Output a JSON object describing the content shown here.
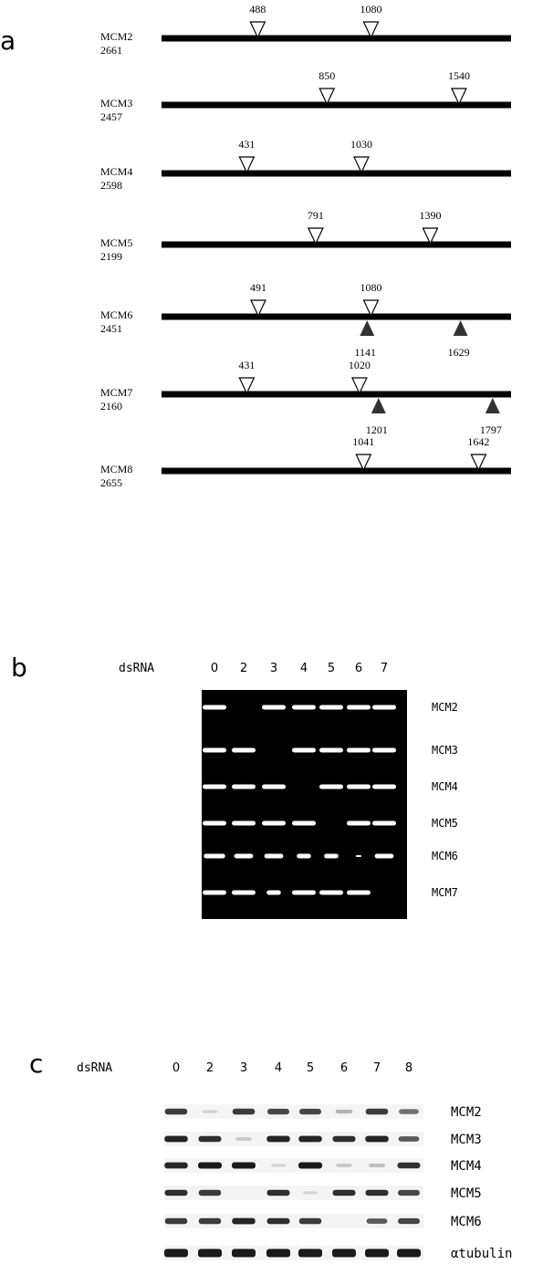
{
  "panel_a": {
    "label": "a",
    "max_length": 2661,
    "genes": [
      {
        "name": "MCM2",
        "length": "2661",
        "open_sites": [
          {
            "pos": 488,
            "label": "488"
          },
          {
            "pos": 1080,
            "label": "1080"
          }
        ],
        "filled_sites": []
      },
      {
        "name": "MCM3",
        "length": "2457",
        "open_sites": [
          {
            "pos": 850,
            "label": "850"
          },
          {
            "pos": 1540,
            "label": "1540"
          }
        ],
        "filled_sites": []
      },
      {
        "name": "MCM4",
        "length": "2598",
        "open_sites": [
          {
            "pos": 431,
            "label": "431"
          },
          {
            "pos": 1030,
            "label": "1030"
          }
        ],
        "filled_sites": []
      },
      {
        "name": "MCM5",
        "length": "2199",
        "open_sites": [
          {
            "pos": 791,
            "label": "791"
          },
          {
            "pos": 1390,
            "label": "1390"
          }
        ],
        "filled_sites": []
      },
      {
        "name": "MCM6",
        "length": "2451",
        "open_sites": [
          {
            "pos": 491,
            "label": "491"
          },
          {
            "pos": 1080,
            "label": "1080"
          }
        ],
        "filled_sites": [
          {
            "pos": 1141,
            "label": "1141"
          },
          {
            "pos": 1629,
            "label": "1629"
          }
        ]
      },
      {
        "name": "MCM7",
        "length": "2160",
        "open_sites": [
          {
            "pos": 431,
            "label": "431"
          },
          {
            "pos": 1020,
            "label": "1020"
          }
        ],
        "filled_sites": [
          {
            "pos": 1201,
            "label": "1201"
          },
          {
            "pos": 1797,
            "label": "1797"
          }
        ]
      },
      {
        "name": "MCM8",
        "length": "2655",
        "open_sites": [
          {
            "pos": 1041,
            "label": "1041"
          },
          {
            "pos": 1642,
            "label": "1642"
          }
        ],
        "filled_sites": []
      }
    ]
  },
  "panel_b": {
    "label": "b",
    "dsrna_label": "dsRNA",
    "lanes": [
      "0",
      "2",
      "3",
      "4",
      "5",
      "6",
      "7"
    ],
    "rows": [
      "MCM2",
      "MCM3",
      "MCM4",
      "MCM5",
      "MCM6",
      "MCM7"
    ],
    "bands": [
      [
        1,
        0,
        1,
        1,
        1,
        1,
        1
      ],
      [
        1,
        1,
        0,
        1,
        1,
        1,
        1
      ],
      [
        1,
        1,
        1,
        0,
        1,
        1,
        1
      ],
      [
        1,
        1,
        1,
        1,
        0,
        1,
        1
      ],
      [
        0.9,
        0.8,
        0.8,
        0.6,
        0.6,
        0.08,
        0.8
      ],
      [
        1,
        1,
        0.6,
        1,
        1,
        1,
        0
      ]
    ],
    "gel_color": "#000000",
    "band_color": "#ffffff"
  },
  "panel_c": {
    "label": "c",
    "dsrna_label": "dsRNA",
    "lanes": [
      "0",
      "2",
      "3",
      "4",
      "5",
      "6",
      "7",
      "8"
    ],
    "rows": [
      "MCM2",
      "MCM3",
      "MCM4",
      "MCM5",
      "MCM6",
      "αtubulin"
    ],
    "bands": [
      [
        0.85,
        0.15,
        0.85,
        0.8,
        0.8,
        0.3,
        0.85,
        0.6
      ],
      [
        0.95,
        0.9,
        0.2,
        0.95,
        0.95,
        0.9,
        0.95,
        0.7
      ],
      [
        0.95,
        1,
        1,
        0.05,
        1,
        0.2,
        0.25,
        0.9
      ],
      [
        0.9,
        0.85,
        0,
        0.9,
        0.05,
        0.9,
        0.9,
        0.8
      ],
      [
        0.85,
        0.85,
        0.95,
        0.9,
        0.85,
        0,
        0.7,
        0.8
      ],
      [
        1,
        1,
        1,
        1,
        1,
        1,
        1,
        1
      ]
    ],
    "band_color": "#1a1a1a"
  }
}
